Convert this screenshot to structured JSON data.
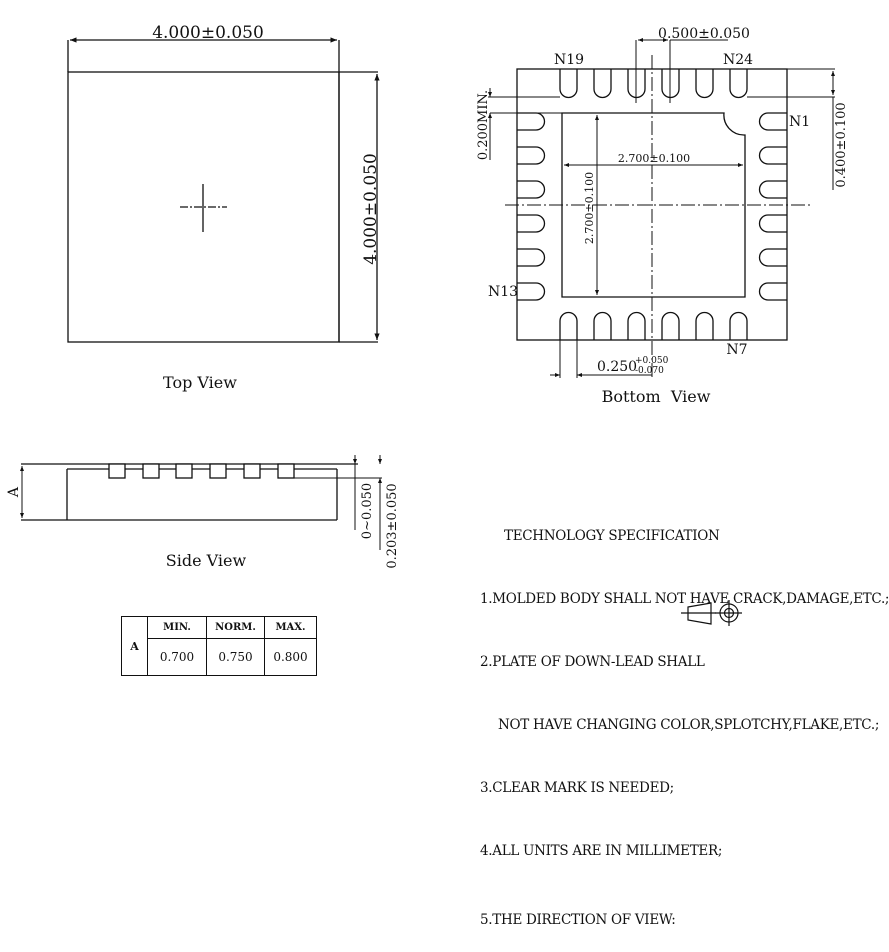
{
  "top_view": {
    "caption": "Top View",
    "width_dim": "4.000±0.050",
    "height_dim": "4.000±0.050"
  },
  "bottom_view": {
    "caption": "Bottom  View",
    "pitch_dim": "0.500±0.050",
    "pad_width_dim": "2.700±0.100",
    "pad_height_dim": "2.700±0.100",
    "pad_gap_dim": "0.200MIN.",
    "lead_length_dim": "0.400±0.100",
    "lead_width_dim_base": "0.250",
    "lead_width_tol_plus": "+0.050",
    "lead_width_tol_minus": "-0.070",
    "pin_labels": {
      "n19": "N19",
      "n24": "N24",
      "n1": "N1",
      "n13": "N13",
      "n7": "N7"
    }
  },
  "side_view": {
    "caption": "Side View",
    "height_label": "A",
    "standoff_dim": "0~0.050",
    "lead_thickness_dim": "0.203±0.050"
  },
  "dimension_table": {
    "row_label": "A",
    "headers": [
      "MIN.",
      "NORM.",
      "MAX."
    ],
    "values": [
      "0.700",
      "0.750",
      "0.800"
    ]
  },
  "technology_spec": {
    "title": "TECHNOLOGY SPECIFICATION",
    "items": [
      "1.MOLDED BODY SHALL NOT HAVE CRACK,DAMAGE,ETC.;",
      "2.PLATE OF DOWN-LEAD SHALL",
      "NOT HAVE CHANGING COLOR,SPLOTCHY,FLAKE,ETC.;",
      "3.CLEAR MARK IS NEEDED;",
      "4.ALL UNITS ARE IN MILLIMETER;",
      "5.THE DIRECTION OF VIEW:"
    ]
  }
}
